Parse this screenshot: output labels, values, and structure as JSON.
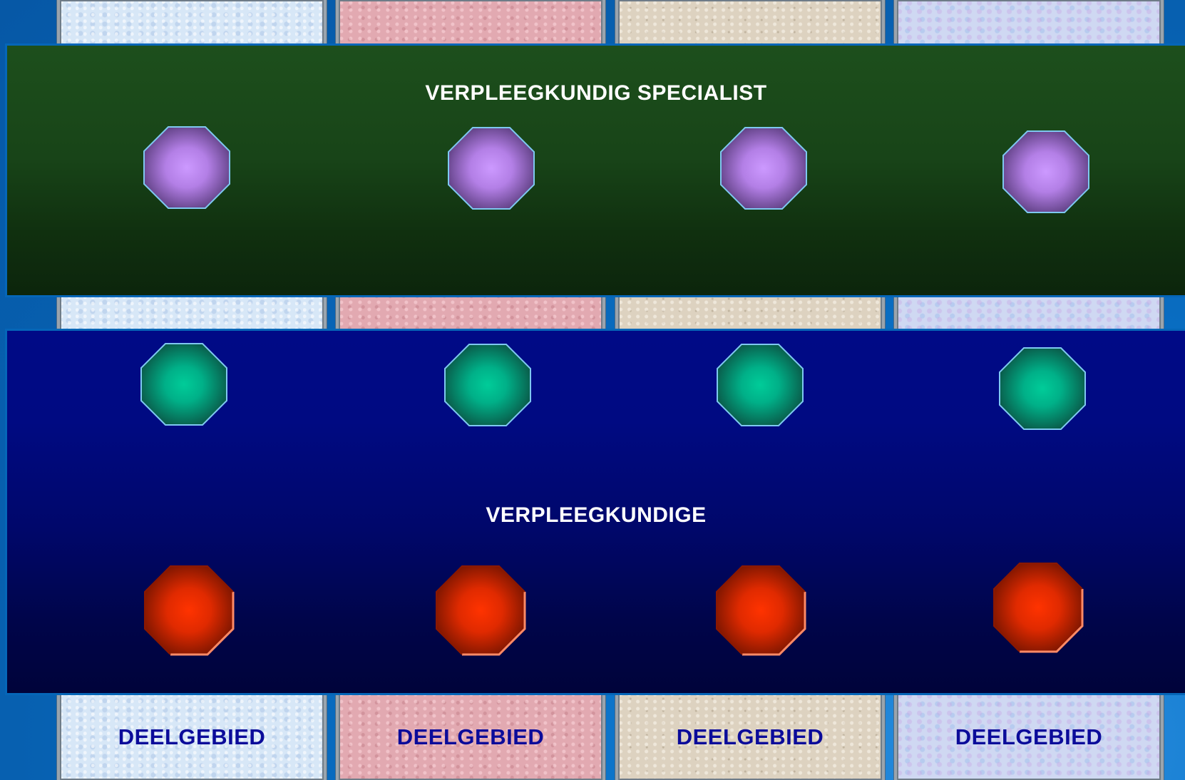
{
  "top_band": {
    "title": "VERPLEEGKUNDIG SPECIALIST"
  },
  "bottom_band": {
    "title": "VERPLEEGKUNDIGE"
  },
  "deelgebieden": [
    "DEELGEBIED",
    "DEELGEBIED",
    "DEELGEBIED",
    "DEELGEBIED"
  ],
  "colors": {
    "specialist_node": "#cc99ff",
    "upper_node": "#00cc99",
    "lower_node": "#ff3300",
    "green_band": "#1d4f1c",
    "blue_band": "#000a86",
    "label_text": "#0b0b9a"
  }
}
